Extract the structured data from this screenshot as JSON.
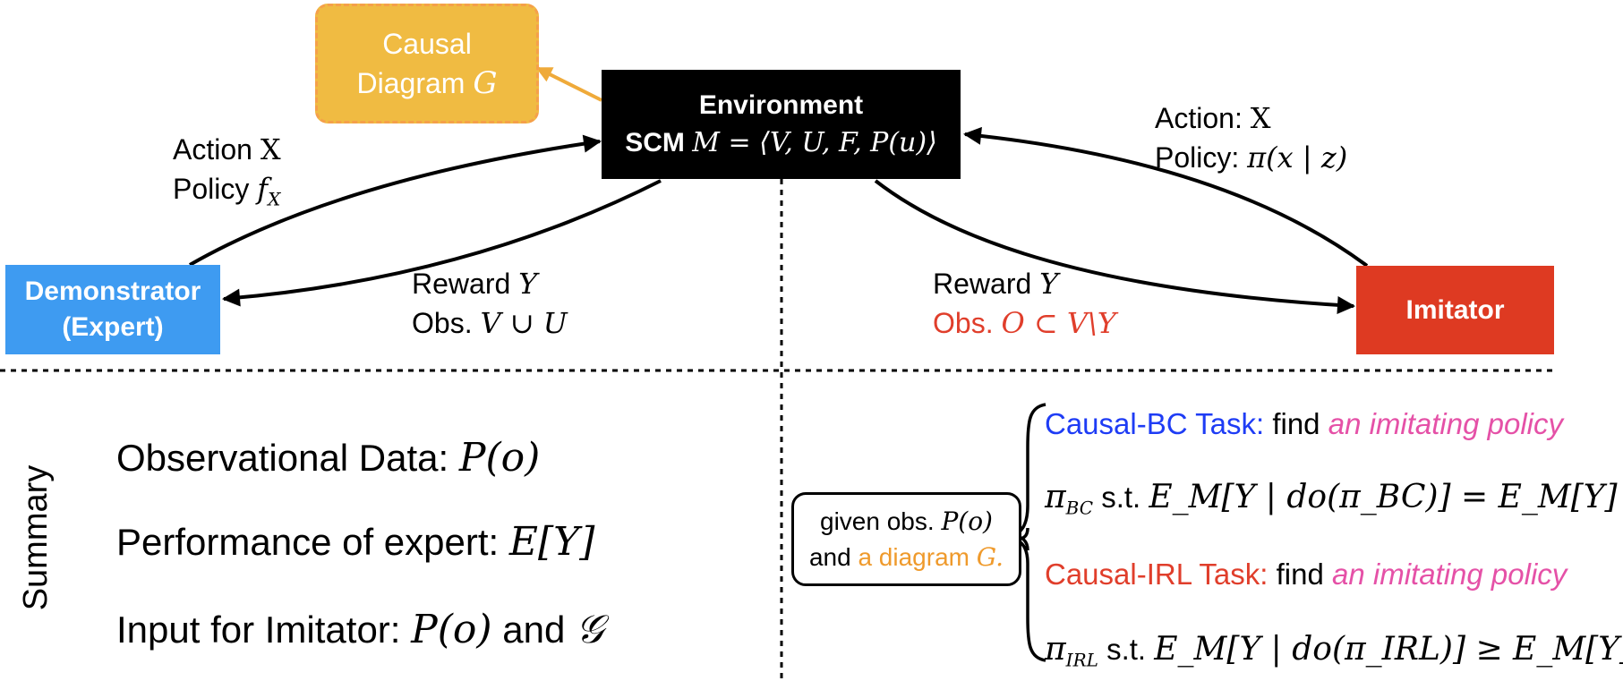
{
  "causal_diagram": {
    "line1": "Causal",
    "line2": "Diagram",
    "symbol": "G"
  },
  "environment": {
    "title": "Environment",
    "label": "SCM",
    "formula": "M = ⟨V, U, F, P(u)⟩"
  },
  "demonstrator": {
    "line1": "Demonstrator",
    "line2": "(Expert)"
  },
  "imitator": {
    "label": "Imitator"
  },
  "left_action": {
    "action_label": "Action",
    "action_symbol": "X",
    "policy_label": "Policy",
    "policy_symbol": "f",
    "policy_sub": "X"
  },
  "left_reward": {
    "reward_label": "Reward",
    "reward_symbol": "Y",
    "obs_label": "Obs.",
    "obs_symbol": "V ∪ U"
  },
  "right_action": {
    "action_label": "Action:",
    "action_symbol": "X",
    "policy_label": "Policy:",
    "policy_symbol": "π(x | z)"
  },
  "right_reward": {
    "reward_label": "Reward",
    "reward_symbol": "Y",
    "obs_label": "Obs.",
    "obs_symbol": "O ⊂ V\\Y"
  },
  "summary": {
    "heading": "Summary",
    "items": [
      {
        "label": "Observational Data:",
        "math": "P(o)"
      },
      {
        "label": "Performance of expert:",
        "math": "E[Y]"
      },
      {
        "label": "Input for Imitator:",
        "math": "P(o)",
        "connector": "and",
        "math2": "𝒢"
      }
    ]
  },
  "given_box": {
    "line1_text": "given obs.",
    "line1_math": "P(o)",
    "line2_and": "and",
    "line2_diagram": "a diagram",
    "line2_symbol": "G."
  },
  "bc_task": {
    "name": "Causal-BC Task:",
    "find": "find",
    "goal": "an imitating policy",
    "policy": "π",
    "policy_sub": "BC",
    "st": "s.t.",
    "condition": "E_M[Y | do(π_BC)] = E_M[Y]"
  },
  "irl_task": {
    "name": "Causal-IRL Task:",
    "find": "find",
    "goal": "an imitating policy",
    "policy": "π",
    "policy_sub": "IRL",
    "st": "s.t.",
    "condition": "E_M[Y | do(π_IRL)] ≥ E_M[Y]"
  },
  "colors": {
    "causal_fill": "#F0BB42",
    "causal_border": "#F5A04A",
    "causal_text": "#FFFFFF",
    "environment_fill": "#000000",
    "demonstrator_fill": "#3E9BF1",
    "imitator_fill": "#DE3A22",
    "obs_red": "#E03E2B",
    "bc_blue": "#1E3CF5",
    "irl_red": "#E03E2B",
    "goal_pink": "#E551A7",
    "diagram_orange": "#EF9A2C",
    "arrow_orange": "#EFAA3A"
  }
}
